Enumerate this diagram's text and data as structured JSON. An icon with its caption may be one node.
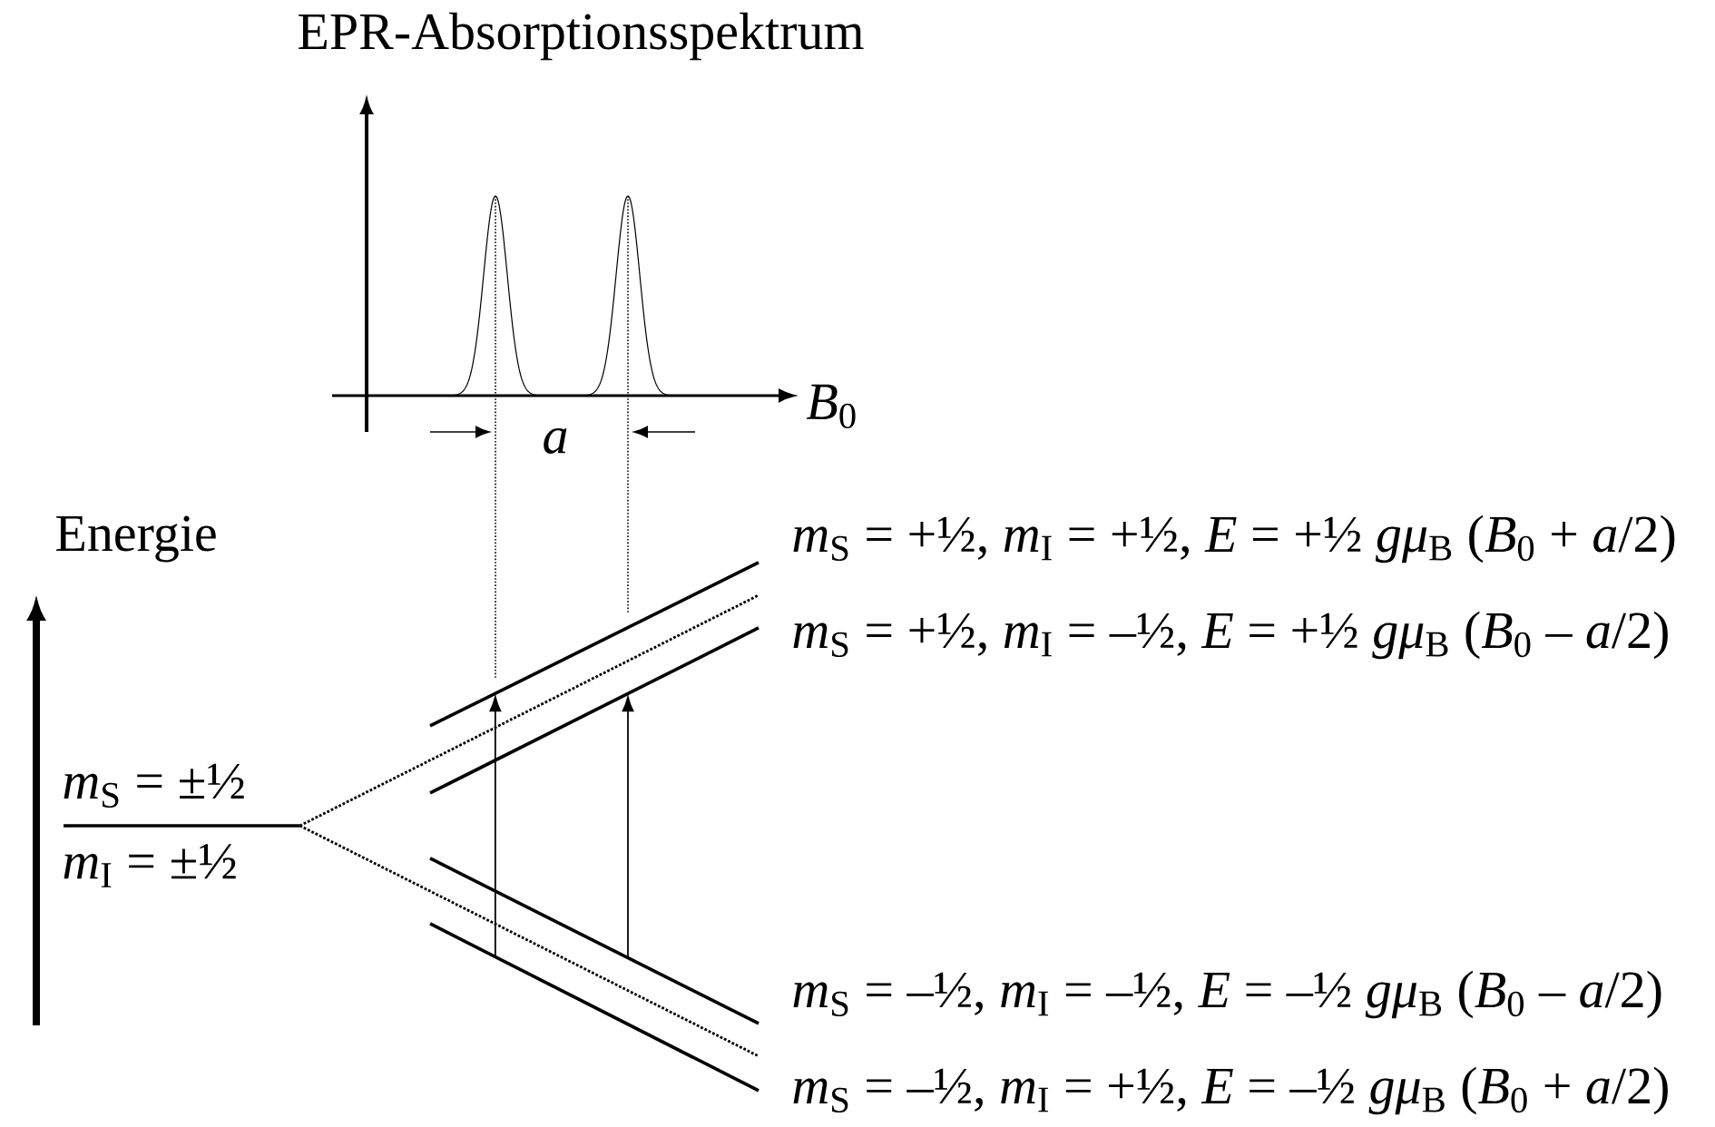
{
  "diagram": {
    "title": "EPR-Absorptionsspektrum",
    "nodes": [
      {
        "text": [],
        "shape": "bar",
        "beside": [
          "*m*$_{S}$ = ±½",
          "*m*$_{I}$ = ±½"
        ]
      },
      {
        "text": [],
        "shape": "bar",
        "beside": [
          "*m*$_{S}$ = +½, *m*$_{I}$ = +½,  *E* = +½ *gμ*$_{B}$ (*B*$_{0}$ + *a*/2)"
        ]
      },
      {
        "text": [],
        "shape": "bar",
        "beside": [
          "*m*$_{S}$ = +½, *m*$_{I}$ = –½,  *E* = +½ *gμ*$_{B}$ (*B*$_{0}$ – *a*/2)"
        ]
      },
      {
        "text": [],
        "shape": "bar",
        "beside": [
          "*m*$_{S}$ = –½, *m*$_{I}$ = –½,  *E* = –½ *gμ*$_{B}$ (*B*$_{0}$ – *a*/2)"
        ]
      },
      {
        "text": [],
        "shape": "bar",
        "beside": [
          "*m*$_{S}$ = –½, *m*$_{I}$ = +½,  *E* = –½ *gμ*$_{B}$ (*B*$_{0}$ + *a*/2)"
        ]
      }
    ],
    "edges": [
      {
        "from": 0,
        "to": null,
        "arrow": "none",
        "style": "dashed"
      },
      {
        "from": 0,
        "to": null,
        "arrow": "none",
        "style": "dashed"
      },
      {
        "from": 4,
        "to": 1,
        "arrow": "to"
      },
      {
        "from": 3,
        "to": 2,
        "arrow": "to"
      }
    ],
    "labels": [
      "*B*$_{0}$",
      "*a*",
      "Energie"
    ]
  }
}
